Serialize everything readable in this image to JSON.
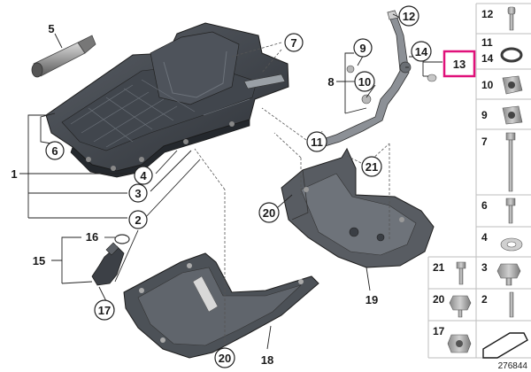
{
  "diagram": {
    "catalog_number": "276844",
    "callouts": [
      {
        "id": "c5",
        "text": "5"
      },
      {
        "id": "c6",
        "text": "6"
      },
      {
        "id": "c1",
        "text": "1"
      },
      {
        "id": "c4",
        "text": "4"
      },
      {
        "id": "c3",
        "text": "3"
      },
      {
        "id": "c2",
        "text": "2"
      },
      {
        "id": "c7",
        "text": "7"
      },
      {
        "id": "c8",
        "text": "8"
      },
      {
        "id": "c9",
        "text": "9"
      },
      {
        "id": "c10",
        "text": "10"
      },
      {
        "id": "c11",
        "text": "11"
      },
      {
        "id": "c12",
        "text": "12"
      },
      {
        "id": "c14",
        "text": "14"
      },
      {
        "id": "c13",
        "text": "13"
      },
      {
        "id": "c21",
        "text": "21"
      },
      {
        "id": "c20a",
        "text": "20"
      },
      {
        "id": "c19",
        "text": "19"
      },
      {
        "id": "c16",
        "text": "16"
      },
      {
        "id": "c15",
        "text": "15"
      },
      {
        "id": "c17",
        "text": "17"
      },
      {
        "id": "c18",
        "text": "18"
      },
      {
        "id": "c20b",
        "text": "20"
      }
    ],
    "highlight_color": "#e0117a",
    "parts_panel": [
      {
        "label": "12"
      },
      {
        "label": "11"
      },
      {
        "label": "14"
      },
      {
        "label": "10"
      },
      {
        "label": "9"
      },
      {
        "label": "7"
      },
      {
        "label": "6"
      },
      {
        "label": "4"
      },
      {
        "label": "21"
      },
      {
        "label": "3"
      },
      {
        "label": "20"
      },
      {
        "label": "2"
      },
      {
        "label": "17"
      }
    ]
  }
}
